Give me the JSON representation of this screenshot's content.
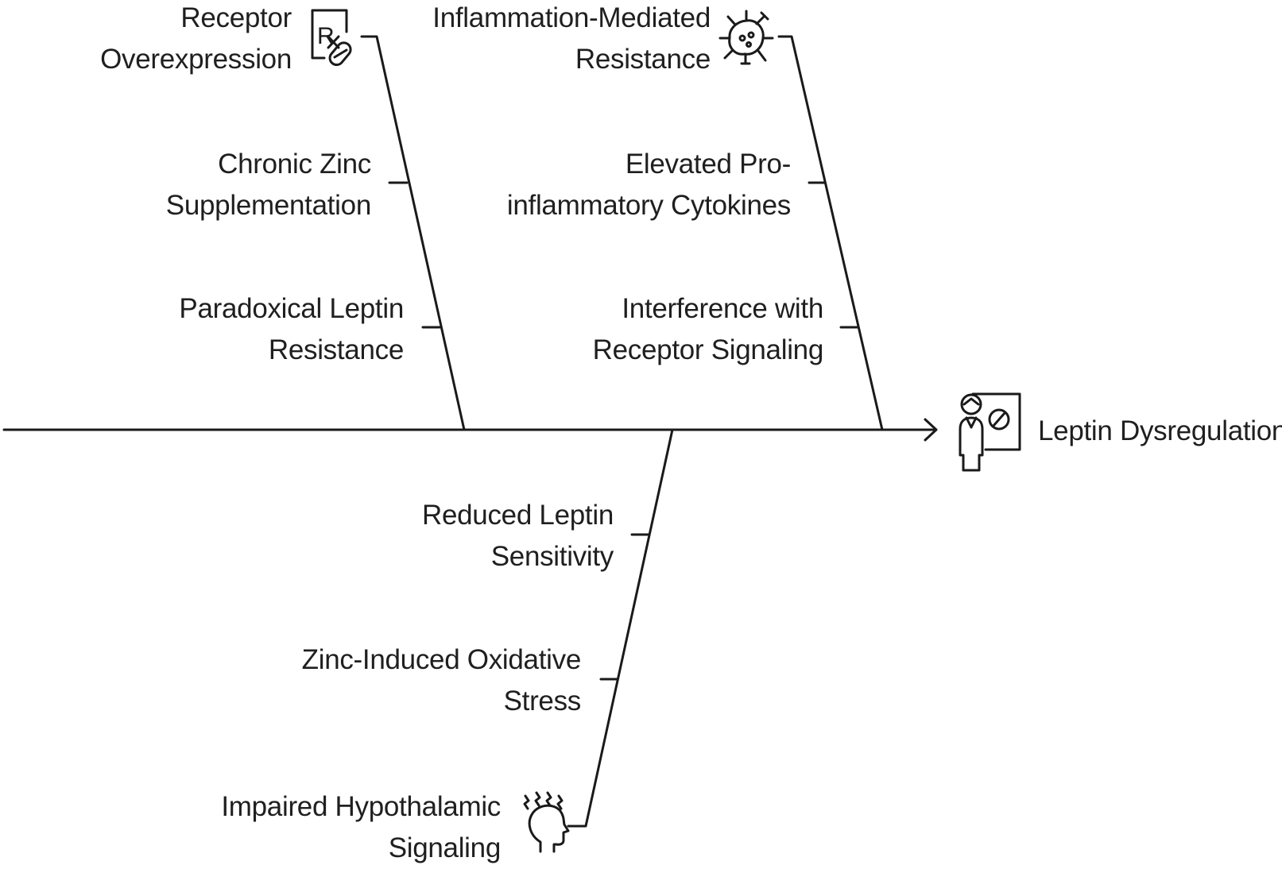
{
  "effect": {
    "label": "Leptin Dysregulation",
    "icon": "doctor-with-pill-board-icon"
  },
  "branches": [
    {
      "id": "top-left",
      "head": {
        "lines": [
          "Receptor",
          "Overexpression"
        ],
        "icon": "prescription-pill-icon"
      },
      "causes": [
        {
          "lines": [
            "Chronic Zinc",
            "Supplementation"
          ]
        },
        {
          "lines": [
            "Paradoxical Leptin",
            "Resistance"
          ]
        }
      ]
    },
    {
      "id": "top-right",
      "head": {
        "lines": [
          "Inflammation-Mediated",
          "Resistance"
        ],
        "icon": "virus-cell-icon"
      },
      "causes": [
        {
          "lines": [
            "Elevated Pro-",
            "inflammatory Cytokines"
          ]
        },
        {
          "lines": [
            "Interference with",
            "Receptor Signaling"
          ]
        }
      ]
    },
    {
      "id": "bottom",
      "head": {
        "lines": [
          "Impaired Hypothalamic",
          "Signaling"
        ],
        "icon": "head-stress-icon"
      },
      "causes": [
        {
          "lines": [
            "Reduced Leptin",
            "Sensitivity"
          ]
        },
        {
          "lines": [
            "Zinc-Induced Oxidative",
            "Stress"
          ]
        }
      ]
    }
  ],
  "colors": {
    "line": "#1a1a1a",
    "text": "#1f1f1f",
    "background": "#ffffff"
  }
}
